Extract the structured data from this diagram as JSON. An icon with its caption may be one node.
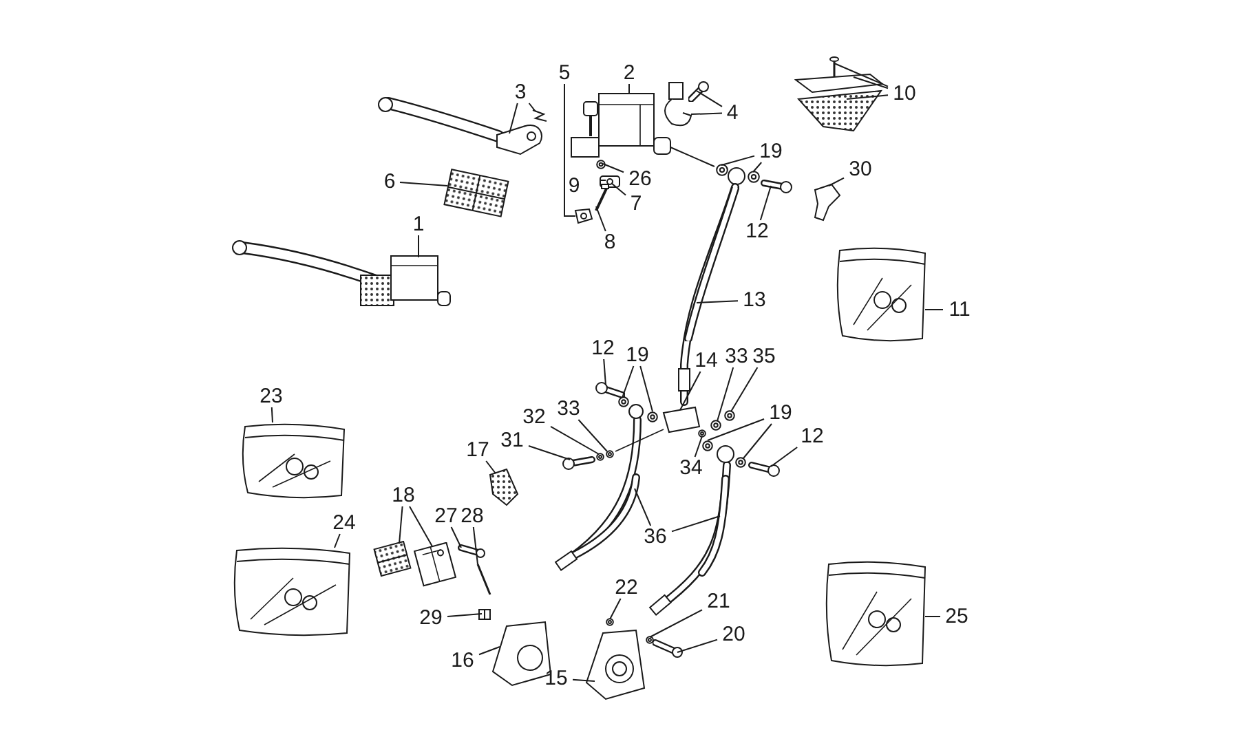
{
  "diagram": {
    "nodes": [
      {
        "text": [
          "10"
        ]
      },
      {
        "text": [
          "2"
        ]
      },
      {
        "text": [
          "5"
        ]
      },
      {
        "text": [
          "3"
        ]
      },
      {
        "text": [
          "4"
        ]
      },
      {
        "text": [
          "19"
        ]
      },
      {
        "text": [
          "30"
        ]
      },
      {
        "text": [
          "6"
        ]
      },
      {
        "text": [
          "26"
        ]
      },
      {
        "text": [
          "7"
        ]
      },
      {
        "text": [
          "12"
        ]
      },
      {
        "text": [
          "8"
        ]
      },
      {
        "text": [
          "1"
        ]
      },
      {
        "text": [
          "13"
        ]
      },
      {
        "text": [
          "11"
        ]
      },
      {
        "text": [
          "12"
        ]
      },
      {
        "text": [
          "19"
        ]
      },
      {
        "text": [
          "14"
        ]
      },
      {
        "text": [
          "33"
        ]
      },
      {
        "text": [
          "35"
        ]
      },
      {
        "text": [
          "23"
        ]
      },
      {
        "text": [
          "33"
        ]
      },
      {
        "text": [
          "19"
        ]
      },
      {
        "text": [
          "32"
        ]
      },
      {
        "text": [
          "12"
        ]
      },
      {
        "text": [
          "31"
        ]
      },
      {
        "text": [
          "17"
        ]
      },
      {
        "text": [
          "34"
        ]
      },
      {
        "text": [
          "18"
        ]
      },
      {
        "text": [
          "27"
        ]
      },
      {
        "text": [
          "28"
        ]
      },
      {
        "text": [
          "24"
        ]
      },
      {
        "text": [
          "36"
        ]
      },
      {
        "text": [
          "22"
        ]
      },
      {
        "text": [
          "21"
        ]
      },
      {
        "text": [
          "25"
        ]
      },
      {
        "text": [
          "20"
        ]
      },
      {
        "text": [
          "29"
        ]
      },
      {
        "text": [
          "16"
        ]
      },
      {
        "text": [
          "15"
        ]
      },
      {
        "text": [],
        "shape": "picture"
      },
      {
        "text": [],
        "shape": "picture"
      },
      {
        "text": [],
        "shape": "picture"
      },
      {
        "text": [],
        "shape": "picture"
      },
      {
        "text": [],
        "shape": "picture"
      },
      {
        "text": [],
        "shape": "picture"
      },
      {
        "text": [],
        "shape": "picture"
      },
      {
        "text": [],
        "shape": "picture"
      },
      {
        "text": [],
        "shape": "picture"
      },
      {
        "text": [],
        "shape": "picture"
      },
      {
        "text": [],
        "shape": "picture"
      },
      {
        "text": [],
        "shape": "picture"
      },
      {
        "text": [],
        "shape": "picture"
      },
      {
        "text": [],
        "shape": "picture"
      },
      {
        "text": [],
        "shape": "picture"
      },
      {
        "text": [],
        "shape": "picture"
      },
      {
        "text": [],
        "shape": "picture"
      },
      {
        "text": [],
        "shape": "picture"
      },
      {
        "text": [],
        "shape": "picture"
      },
      {
        "text": [],
        "shape": "picture"
      },
      {
        "text": [],
        "shape": "picture"
      },
      {
        "text": [],
        "shape": "picture"
      },
      {
        "text": [],
        "shape": "picture"
      },
      {
        "text": [],
        "shape": "picture"
      },
      {
        "text": [],
        "shape": "picture"
      },
      {
        "text": [],
        "shape": "picture"
      },
      {
        "text": [],
        "shape": "picture"
      },
      {
        "text": [],
        "shape": "picture"
      },
      {
        "text": [],
        "shape": "picture"
      },
      {
        "text": [],
        "shape": "picture"
      },
      {
        "text": [],
        "shape": "picture"
      },
      {
        "text": [],
        "shape": "picture"
      },
      {
        "text": [],
        "shape": "picture"
      },
      {
        "text": [],
        "shape": "picture"
      },
      {
        "text": [],
        "shape": "picture"
      },
      {
        "text": [],
        "shape": "picture"
      },
      {
        "text": [],
        "shape": "picture"
      },
      {
        "text": [],
        "shape": "picture"
      },
      {
        "text": [],
        "shape": "picture"
      },
      {
        "text": [],
        "shape": "picture"
      },
      {
        "text": [],
        "shape": "picture"
      },
      {
        "text": [],
        "shape": "picture"
      },
      {
        "text": [],
        "shape": "picture"
      },
      {
        "text": [],
        "shape": "picture"
      },
      {
        "text": [],
        "shape": "picture"
      },
      {
        "text": [],
        "shape": "picture"
      },
      {
        "text": [],
        "shape": "picture"
      },
      {
        "text": [],
        "shape": "picture"
      },
      {
        "text": [],
        "shape": "picture"
      }
    ],
    "edges": [
      {
        "from": 0,
        "to": 40,
        "arrow": "none"
      },
      {
        "from": 0,
        "to": 41,
        "arrow": "none"
      },
      {
        "from": 0,
        "to": 42,
        "arrow": "none"
      },
      {
        "from": 1,
        "to": 43,
        "arrow": "none"
      },
      {
        "from": 2,
        "to": 44,
        "arrow": "none"
      },
      {
        "from": 3,
        "to": 45,
        "arrow": "none"
      },
      {
        "from": 3,
        "to": 46,
        "arrow": "none"
      },
      {
        "from": 4,
        "to": 47,
        "arrow": "none"
      },
      {
        "from": 4,
        "to": 48,
        "arrow": "none"
      },
      {
        "from": 5,
        "to": 49,
        "arrow": "none"
      },
      {
        "from": 5,
        "to": 50,
        "arrow": "none"
      },
      {
        "from": 6,
        "to": 51,
        "arrow": "none"
      },
      {
        "from": 7,
        "to": 52,
        "arrow": "none"
      },
      {
        "from": 8,
        "to": 53,
        "arrow": "none"
      },
      {
        "from": 9,
        "to": 54,
        "arrow": "none"
      },
      {
        "from": 10,
        "to": 55,
        "arrow": "none"
      },
      {
        "from": 11,
        "to": 56,
        "arrow": "none"
      },
      {
        "from": 12,
        "to": 57,
        "arrow": "none"
      },
      {
        "from": 13,
        "to": 58,
        "arrow": "none"
      },
      {
        "from": 14,
        "to": 59,
        "arrow": "none"
      },
      {
        "from": 15,
        "to": 60,
        "arrow": "none"
      },
      {
        "from": 16,
        "to": 61,
        "arrow": "none"
      },
      {
        "from": 16,
        "to": 62,
        "arrow": "none"
      },
      {
        "from": 17,
        "to": 63,
        "arrow": "none"
      },
      {
        "from": 18,
        "to": 64,
        "arrow": "none"
      },
      {
        "from": 19,
        "to": 65,
        "arrow": "none"
      },
      {
        "from": 20,
        "to": 66,
        "arrow": "none"
      },
      {
        "from": 21,
        "to": 67,
        "arrow": "none"
      },
      {
        "from": 22,
        "to": 68,
        "arrow": "none"
      },
      {
        "from": 22,
        "to": 69,
        "arrow": "none"
      },
      {
        "from": 23,
        "to": 70,
        "arrow": "none"
      },
      {
        "from": 24,
        "to": 71,
        "arrow": "none"
      },
      {
        "from": 25,
        "to": 72,
        "arrow": "none"
      },
      {
        "from": 26,
        "to": 73,
        "arrow": "none"
      },
      {
        "from": 27,
        "to": 74,
        "arrow": "none"
      },
      {
        "from": 28,
        "to": 75,
        "arrow": "none"
      },
      {
        "from": 28,
        "to": 76,
        "arrow": "none"
      },
      {
        "from": 29,
        "to": 77,
        "arrow": "none"
      },
      {
        "from": 30,
        "to": 78,
        "arrow": "none"
      },
      {
        "from": 31,
        "to": 79,
        "arrow": "none"
      },
      {
        "from": 32,
        "to": 80,
        "arrow": "none"
      },
      {
        "from": 32,
        "to": 81,
        "arrow": "none"
      },
      {
        "from": 33,
        "to": 82,
        "arrow": "none"
      },
      {
        "from": 34,
        "to": 83,
        "arrow": "none"
      },
      {
        "from": 35,
        "to": 84,
        "arrow": "none"
      },
      {
        "from": 36,
        "to": 85,
        "arrow": "none"
      },
      {
        "from": 37,
        "to": 86,
        "arrow": "none"
      },
      {
        "from": 38,
        "to": 87,
        "arrow": "none"
      },
      {
        "from": 39,
        "to": 88,
        "arrow": "none"
      }
    ],
    "labels": [
      "9"
    ]
  }
}
